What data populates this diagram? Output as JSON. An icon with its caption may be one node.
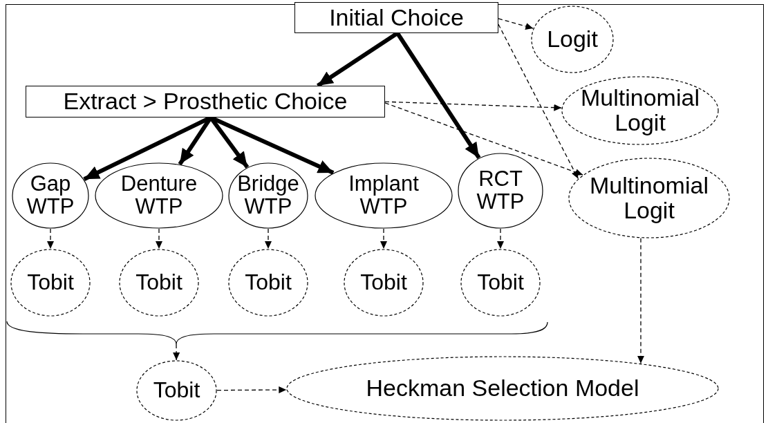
{
  "diagram": {
    "nodes": [
      {
        "text": [
          "Initial Choice"
        ]
      },
      {
        "text": [
          "Logit"
        ]
      },
      {
        "text": [
          "Extract > Prosthetic Choice"
        ]
      },
      {
        "text": [
          "Multinomial Logit"
        ]
      },
      {
        "text": [
          "Gap WTP"
        ]
      },
      {
        "text": [
          "Denture WTP"
        ]
      },
      {
        "text": [
          "Bridge WTP"
        ]
      },
      {
        "text": [
          "Implant WTP"
        ]
      },
      {
        "text": [
          "RCT WTP"
        ]
      },
      {
        "text": [
          "Multinomial Logit"
        ]
      },
      {
        "text": [
          "Tobit"
        ]
      },
      {
        "text": [
          "Tobit"
        ]
      },
      {
        "text": [
          "Tobit"
        ]
      },
      {
        "text": [
          "Tobit"
        ]
      },
      {
        "text": [
          "Tobit"
        ]
      },
      {
        "text": [
          "Tobit"
        ]
      },
      {
        "text": [
          "Heckman Selection Model"
        ]
      },
      {
        "text": [],
        "shape": "brace"
      }
    ],
    "edges": [
      {
        "from": 0,
        "to": 2,
        "arrow": "to",
        "style": "thick"
      },
      {
        "from": 0,
        "to": 8,
        "arrow": "to",
        "style": "thick"
      },
      {
        "from": 0,
        "to": 1,
        "arrow": "to",
        "style": "dashed"
      },
      {
        "from": 0,
        "to": 9,
        "arrow": "to",
        "style": "dashed"
      },
      {
        "from": 2,
        "to": 4,
        "arrow": "to",
        "style": "thick"
      },
      {
        "from": 2,
        "to": 5,
        "arrow": "to",
        "style": "thick"
      },
      {
        "from": 2,
        "to": 6,
        "arrow": "to",
        "style": "thick"
      },
      {
        "from": 2,
        "to": 7,
        "arrow": "to",
        "style": "thick"
      },
      {
        "from": 2,
        "to": 3,
        "arrow": "to",
        "style": "dashed"
      },
      {
        "from": 2,
        "to": 9,
        "arrow": "to",
        "style": "dashed"
      },
      {
        "from": 4,
        "to": 10,
        "arrow": "to",
        "style": "dashed"
      },
      {
        "from": 5,
        "to": 11,
        "arrow": "to",
        "style": "dashed"
      },
      {
        "from": 6,
        "to": 12,
        "arrow": "to",
        "style": "dashed"
      },
      {
        "from": 7,
        "to": 13,
        "arrow": "to",
        "style": "dashed"
      },
      {
        "from": 8,
        "to": 14,
        "arrow": "to",
        "style": "dashed"
      },
      {
        "from": 17,
        "to": 15,
        "arrow": "to",
        "style": "dashed"
      },
      {
        "from": 15,
        "to": 16,
        "arrow": "to",
        "style": "dashed"
      },
      {
        "from": 9,
        "to": 16,
        "arrow": "to",
        "style": "dashed"
      }
    ]
  }
}
